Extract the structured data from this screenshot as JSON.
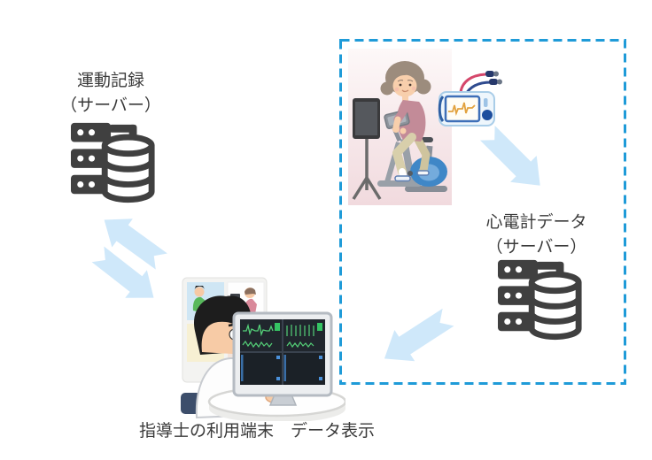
{
  "colors": {
    "text": "#3a3a3a",
    "icon-dark": "#404040",
    "arrow-fill": "#cfe8fa",
    "dashed-border": "#1f9bd8"
  },
  "exercise_server": {
    "title": "運動記録",
    "subtitle": "（サーバー）",
    "icon": "server-database-icon"
  },
  "ecg_server": {
    "title": "心電計データ",
    "subtitle": "（サーバー）",
    "icon": "server-database-icon"
  },
  "patient_zone": {
    "border_style": "dashed",
    "contents": [
      "woman-on-exercise-bike-illustration",
      "ecg-monitor-device-icon"
    ]
  },
  "terminal": {
    "caption": "指導士の利用端末　データ表示",
    "illustration": "instructor-at-terminal-illustration"
  },
  "arrows": [
    {
      "name": "terminal-to-exercise-server-arrow",
      "direction": "up-left"
    },
    {
      "name": "exercise-server-to-terminal-arrow",
      "direction": "down-right"
    },
    {
      "name": "ecg-device-to-ecg-server-arrow",
      "direction": "down-right"
    },
    {
      "name": "ecg-server-to-terminal-arrow",
      "direction": "down-left"
    }
  ]
}
